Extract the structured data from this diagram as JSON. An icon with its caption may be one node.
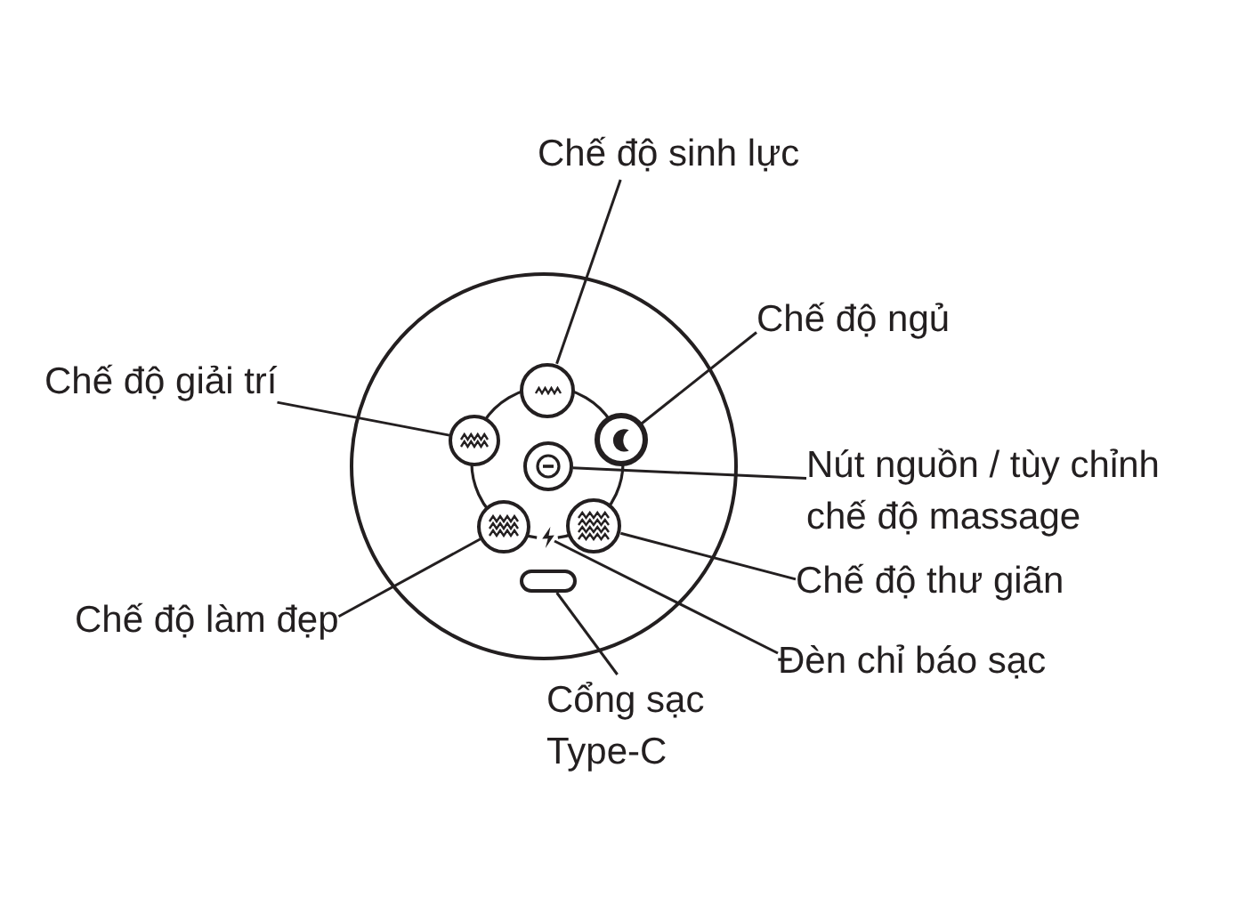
{
  "diagram": {
    "nodes": [
      {
        "text": [
          "Chế độ sinh lực"
        ]
      },
      {
        "text": [
          "Chế độ ngủ"
        ]
      },
      {
        "text": [
          "Chế độ giải trí"
        ]
      },
      {
        "text": [
          "Nút nguồn / tùy chỉnh chế độ massage"
        ]
      },
      {
        "text": [
          "Chế độ thư giãn"
        ]
      },
      {
        "text": [
          "Chế độ làm đẹp"
        ]
      },
      {
        "text": [
          "Đèn chỉ báo sạc"
        ]
      },
      {
        "text": [
          "Cổng sạc Type-C"
        ]
      },
      {
        "text": [],
        "shape": "circle"
      },
      {
        "text": [],
        "shape": "circle"
      },
      {
        "text": [],
        "shape": "circle"
      },
      {
        "text": [],
        "shape": "circle"
      },
      {
        "text": [],
        "shape": "circle"
      },
      {
        "text": [],
        "shape": "circle"
      },
      {
        "text": [],
        "shape": "picture"
      },
      {
        "text": [],
        "shape": "box"
      }
    ],
    "edges": [
      {
        "from": 0,
        "to": 8,
        "arrow": "none"
      },
      {
        "from": 1,
        "to": 9,
        "arrow": "none"
      },
      {
        "from": 2,
        "to": 10,
        "arrow": "none"
      },
      {
        "from": 3,
        "to": 11,
        "arrow": "none"
      },
      {
        "from": 4,
        "to": 12,
        "arrow": "none"
      },
      {
        "from": 5,
        "to": 13,
        "arrow": "none"
      },
      {
        "from": 6,
        "to": 14,
        "arrow": "none"
      },
      {
        "from": 7,
        "to": 15,
        "arrow": "none"
      }
    ]
  }
}
